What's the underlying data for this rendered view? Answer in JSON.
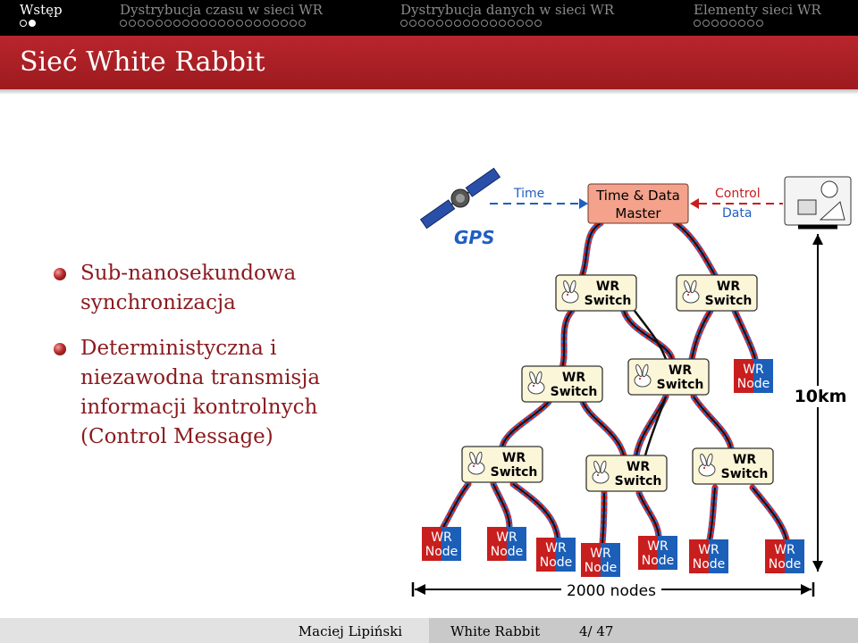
{
  "nav": {
    "sections": [
      {
        "label": "Wstęp",
        "dots": 2,
        "filled": 1,
        "active": true
      },
      {
        "label": "Dystrybucja czasu w sieci WR",
        "dots": 21,
        "filled": 0,
        "active": false
      },
      {
        "label": "Dystrybucja danych w sieci WR",
        "dots": 16,
        "filled": 0,
        "active": false
      },
      {
        "label": "Elementy sieci WR",
        "dots": 8,
        "filled": 0,
        "active": false
      }
    ]
  },
  "frame": {
    "title": "Sieć White Rabbit"
  },
  "bullets": [
    {
      "lines": [
        "Sub-nanosekundowa",
        "synchronizacja"
      ]
    },
    {
      "lines": [
        "Deterministyczna i",
        "niezawodna transmisja",
        "informacji kontrolnych",
        "(Control Message)"
      ]
    }
  ],
  "diagram": {
    "gps_label": "GPS",
    "time_label": "Time",
    "master_lines": [
      "Time & Data",
      "Master"
    ],
    "control_label": "Control",
    "data_label": "Data",
    "switch_lines": [
      "WR",
      "Switch"
    ],
    "node_lines": [
      "WR",
      "Node"
    ],
    "distance_label": "10km",
    "nodes_label": "2000 nodes",
    "colors": {
      "link_red": "#d62020",
      "link_blue": "#2a6fd6",
      "node_red": "#c81e1e",
      "node_blue": "#1c5fb8",
      "master_fill": "#f4a28c",
      "switch_fill": "#fbf6d8"
    }
  },
  "footer": {
    "author": "Maciej Lipiński",
    "talk": "White Rabbit",
    "page": "4/ 47"
  }
}
